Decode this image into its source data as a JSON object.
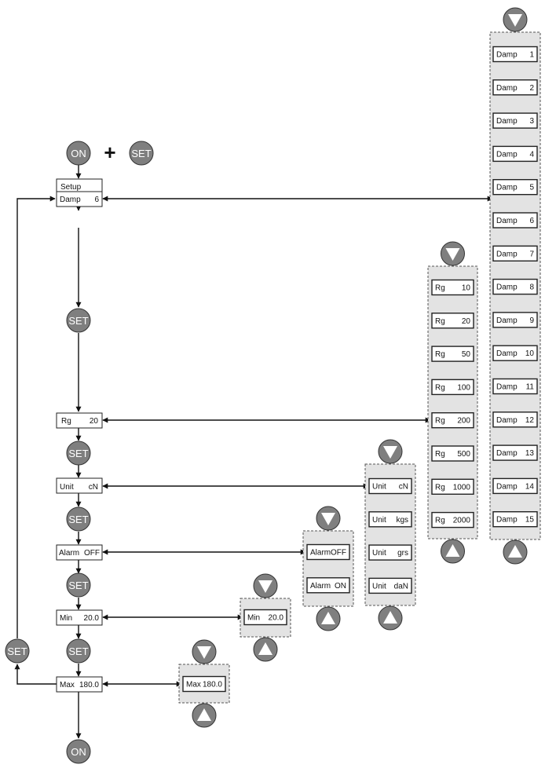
{
  "buttons": {
    "on": "ON",
    "set": "SET",
    "plus": "+"
  },
  "menu": {
    "setup": "Setup",
    "damp": {
      "label": "Damp",
      "value": "6"
    },
    "rg": {
      "label": "Rg",
      "value": "20"
    },
    "unit": {
      "label": "Unit",
      "value": "cN"
    },
    "alarm": {
      "label": "Alarm",
      "value": "OFF"
    },
    "min": {
      "label": "Min",
      "value": "20.0"
    },
    "max": {
      "label": "Max",
      "value": "180.0"
    }
  },
  "options": {
    "damp": [
      {
        "label": "Damp",
        "value": "1"
      },
      {
        "label": "Damp",
        "value": "2"
      },
      {
        "label": "Damp",
        "value": "3"
      },
      {
        "label": "Damp",
        "value": "4"
      },
      {
        "label": "Damp",
        "value": "5"
      },
      {
        "label": "Damp",
        "value": "6"
      },
      {
        "label": "Damp",
        "value": "7"
      },
      {
        "label": "Damp",
        "value": "8"
      },
      {
        "label": "Damp",
        "value": "9"
      },
      {
        "label": "Damp",
        "value": "10"
      },
      {
        "label": "Damp",
        "value": "11"
      },
      {
        "label": "Damp",
        "value": "12"
      },
      {
        "label": "Damp",
        "value": "13"
      },
      {
        "label": "Damp",
        "value": "14"
      },
      {
        "label": "Damp",
        "value": "15"
      }
    ],
    "rg": [
      {
        "label": "Rg",
        "value": "10"
      },
      {
        "label": "Rg",
        "value": "20"
      },
      {
        "label": "Rg",
        "value": "50"
      },
      {
        "label": "Rg",
        "value": "100"
      },
      {
        "label": "Rg",
        "value": "200"
      },
      {
        "label": "Rg",
        "value": "500"
      },
      {
        "label": "Rg",
        "value": "1000"
      },
      {
        "label": "Rg",
        "value": "2000"
      }
    ],
    "unit": [
      {
        "label": "Unit",
        "value": "cN"
      },
      {
        "label": "Unit",
        "value": "kgs"
      },
      {
        "label": "Unit",
        "value": "grs"
      },
      {
        "label": "Unit",
        "value": "daN"
      }
    ],
    "alarm": [
      {
        "label": "Alarm",
        "value": "OFF"
      },
      {
        "label": "Alarm",
        "value": "ON"
      }
    ],
    "min": [
      {
        "label": "Min",
        "value": "20.0"
      }
    ],
    "max": [
      {
        "label": "Max",
        "value": "180.0"
      }
    ]
  },
  "icons": {
    "up": "triangle-up-icon",
    "down": "triangle-down-icon"
  },
  "colors": {
    "button": "#7f7f7f",
    "panel": "#e3e3e3",
    "line": "#111111"
  }
}
